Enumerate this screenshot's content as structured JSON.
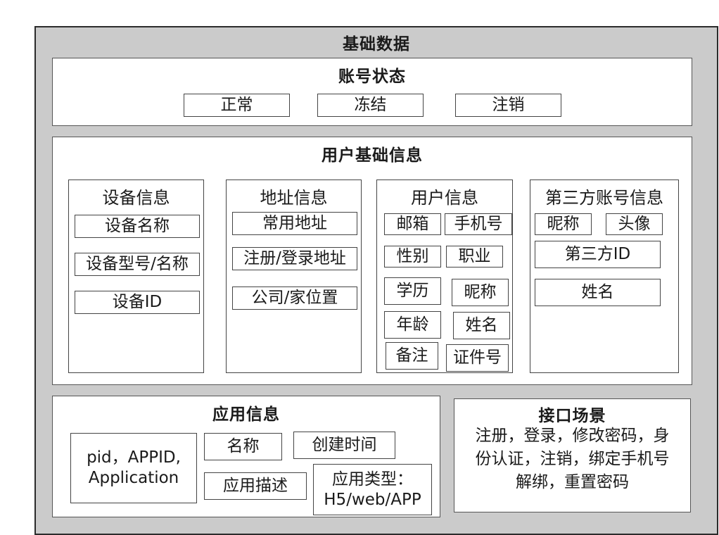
{
  "root": {
    "title": "基础数据"
  },
  "account_status": {
    "title": "账号状态",
    "items": [
      "正常",
      "冻结",
      "注销"
    ]
  },
  "user_basic_info": {
    "title": "用户基础信息",
    "device_info": {
      "title": "设备信息",
      "items": [
        "设备名称",
        "设备型号/名称",
        "设备ID"
      ]
    },
    "address_info": {
      "title": "地址信息",
      "items": [
        "常用地址",
        "注册/登录地址",
        "公司/家位置"
      ]
    },
    "user_info": {
      "title": "用户信息",
      "items": [
        "邮箱",
        "手机号",
        "性别",
        "职业",
        "学历",
        "昵称",
        "年龄",
        "姓名",
        "备注",
        "证件号"
      ]
    },
    "third_party_info": {
      "title": "第三方账号信息",
      "items": [
        "昵称",
        "头像",
        "第三方ID",
        "姓名"
      ]
    }
  },
  "app_info": {
    "title": "应用信息",
    "ids": {
      "line1": "pid，APPID,",
      "line2": "Application"
    },
    "name": "名称",
    "created_time": "创建时间",
    "description": "应用描述",
    "app_type": {
      "line1": "应用类型：",
      "line2": "H5/web/APP"
    }
  },
  "api_scenarios": {
    "title": "接口场景",
    "lines": [
      "注册，登录，修改密码，身",
      "份认证，注销，绑定手机号",
      "解绑，重置密码"
    ]
  }
}
